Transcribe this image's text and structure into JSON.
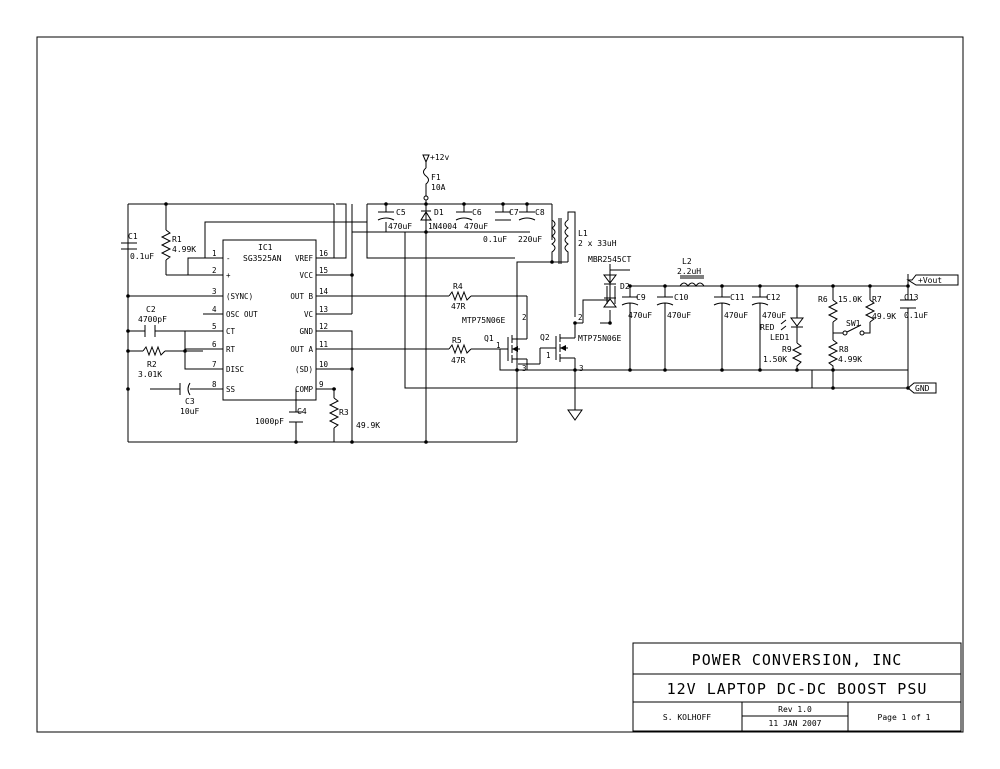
{
  "ic": {
    "ref": "IC1",
    "part": "SG3525AN",
    "left_pins": [
      {
        "num": "1",
        "name": "-"
      },
      {
        "num": "2",
        "name": "+"
      },
      {
        "num": "3",
        "name": "(SYNC)"
      },
      {
        "num": "4",
        "name": "OSC OUT"
      },
      {
        "num": "5",
        "name": "CT"
      },
      {
        "num": "6",
        "name": "RT"
      },
      {
        "num": "7",
        "name": "DISC"
      },
      {
        "num": "8",
        "name": "SS"
      }
    ],
    "right_pins": [
      {
        "num": "16",
        "name": "VREF"
      },
      {
        "num": "15",
        "name": "VCC"
      },
      {
        "num": "14",
        "name": "OUT B"
      },
      {
        "num": "13",
        "name": "VC"
      },
      {
        "num": "12",
        "name": "GND"
      },
      {
        "num": "11",
        "name": "OUT A"
      },
      {
        "num": "10",
        "name": "(SD)"
      },
      {
        "num": "9",
        "name": "COMP"
      }
    ]
  },
  "supply": {
    "label": "+12v",
    "fuse_ref": "F1",
    "fuse_value": "10A"
  },
  "parts": {
    "c1": {
      "ref": "C1",
      "value": "0.1uF"
    },
    "r1": {
      "ref": "R1",
      "value": "4.99K"
    },
    "c2": {
      "ref": "C2",
      "value": "4700pF"
    },
    "r2": {
      "ref": "R2",
      "value": "3.01K"
    },
    "c3": {
      "ref": "C3",
      "value": "10uF"
    },
    "c4": {
      "ref": "C4",
      "value": "1000pF"
    },
    "r3": {
      "ref": "R3",
      "value": "49.9K"
    },
    "c5": {
      "ref": "C5",
      "value": "470uF"
    },
    "d1": {
      "ref": "D1",
      "value": "1N4004"
    },
    "c6": {
      "ref": "C6",
      "value": "470uF"
    },
    "c7": {
      "ref": "C7",
      "value": "0.1uF"
    },
    "c8": {
      "ref": "C8",
      "value": "220uF"
    },
    "l1": {
      "ref": "L1",
      "value": "2 x 33uH"
    },
    "d2": {
      "ref": "D2",
      "value": "MBR2545CT"
    },
    "l2": {
      "ref": "L2",
      "value": "2.2uH"
    },
    "r4": {
      "ref": "R4",
      "value": "47R"
    },
    "r5": {
      "ref": "R5",
      "value": "47R"
    },
    "q1": {
      "ref": "Q1",
      "value": "MTP75N06E"
    },
    "q2": {
      "ref": "Q2",
      "value": "MTP75N06E"
    },
    "c9": {
      "ref": "C9",
      "value": "470uF"
    },
    "c10": {
      "ref": "C10",
      "value": "470uF"
    },
    "c11": {
      "ref": "C11",
      "value": "470uF"
    },
    "c12": {
      "ref": "C12",
      "value": "470uF"
    },
    "led1": {
      "ref": "LED1",
      "value": "RED"
    },
    "r9": {
      "ref": "R9",
      "value": "1.50K"
    },
    "r6": {
      "ref": "R6",
      "value": "15.0K"
    },
    "r7": {
      "ref": "R7",
      "value": "49.9K"
    },
    "sw1": {
      "ref": "SW1"
    },
    "r8": {
      "ref": "R8",
      "value": "4.99K"
    },
    "c13": {
      "ref": "C13",
      "value": "0.1uF"
    }
  },
  "pins": {
    "q1_g": "1",
    "q1_d": "2",
    "q1_s": "3",
    "q2_g": "1",
    "q2_d": "2",
    "q2_s": "3",
    "l1_tap": "2"
  },
  "ports": {
    "vout": "+Vout",
    "gnd": "GND"
  },
  "title_block": {
    "company": "POWER CONVERSION, INC",
    "title": "12V LAPTOP DC-DC BOOST PSU",
    "author": "S. KOLHOFF",
    "rev": "Rev 1.0",
    "date": "11 JAN 2007",
    "page": "Page 1 of 1"
  }
}
